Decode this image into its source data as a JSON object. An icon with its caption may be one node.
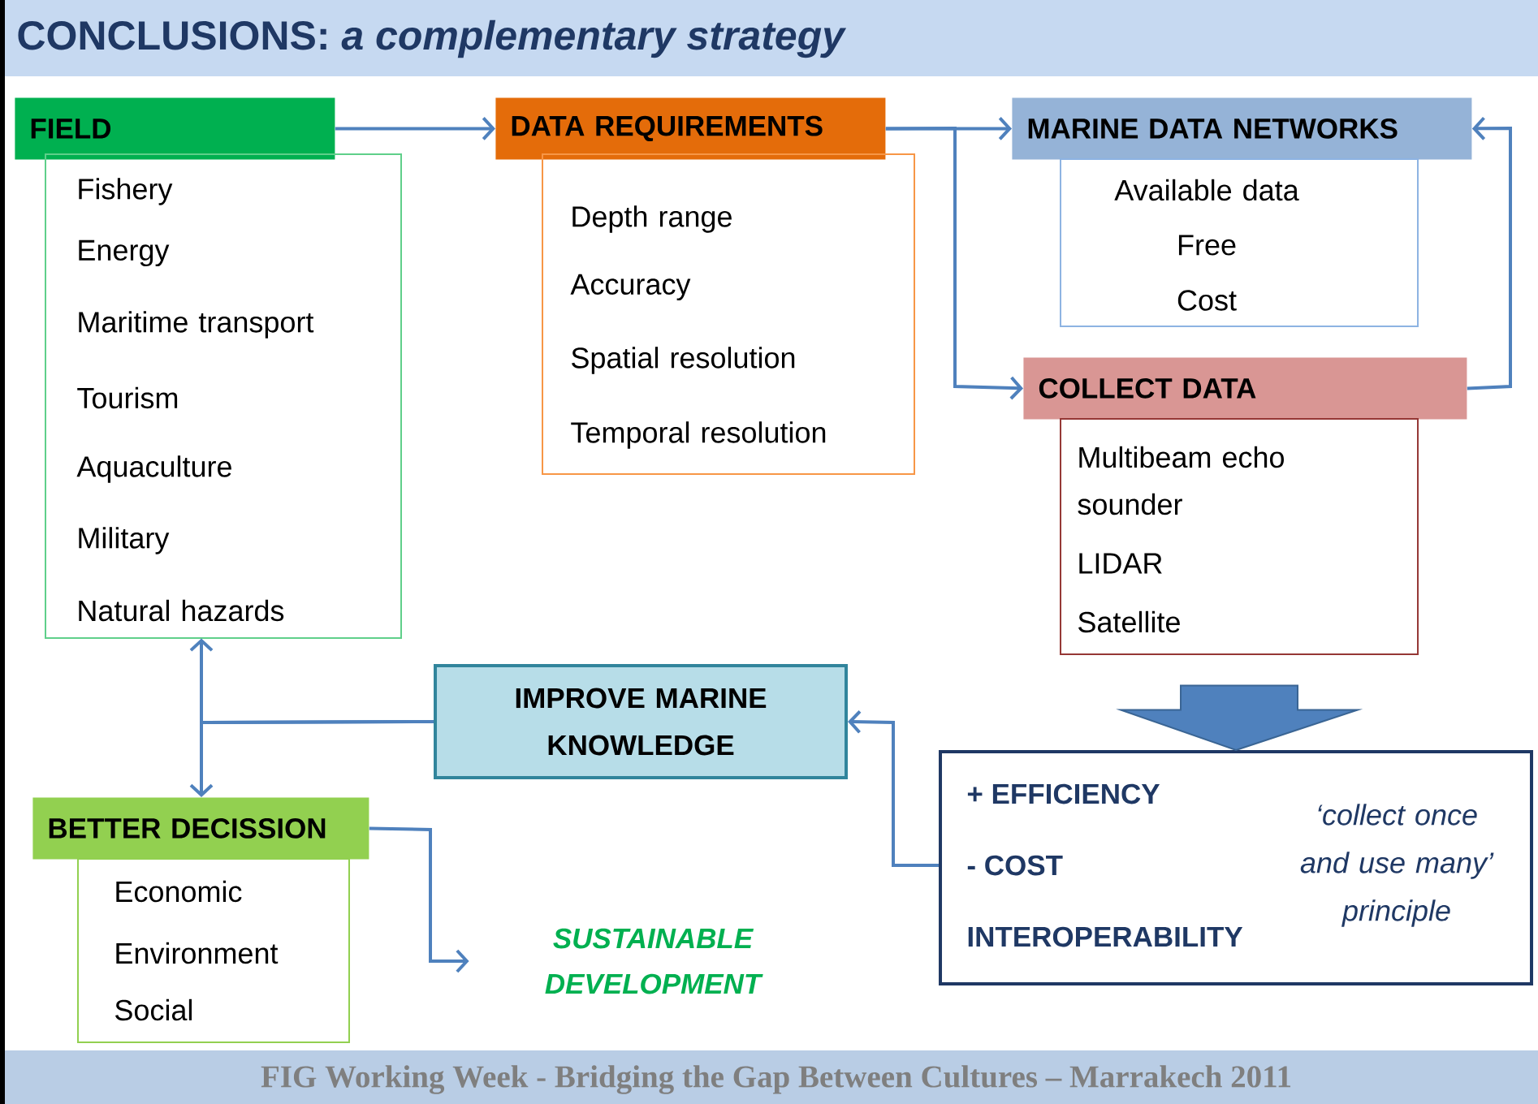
{
  "diagram": {
    "title": "CONCLUSIONS: *a complementary strategy*",
    "nodes": [
      {
        "text": [
          "FIELD"
        ]
      },
      {
        "text": [
          "Fishery",
          "Energy",
          "Maritime transport",
          "Tourism",
          "Aquaculture",
          "Military",
          "Natural hazards"
        ]
      },
      {
        "text": [
          "DATA REQUIREMENTS"
        ]
      },
      {
        "text": [
          "Depth range",
          "Accuracy",
          "Spatial resolution",
          "Temporal resolution"
        ]
      },
      {
        "text": [
          "MARINE DATA NETWORKS"
        ]
      },
      {
        "text": [
          "Available data",
          "Free",
          "Cost"
        ]
      },
      {
        "text": [
          "COLLECT DATA"
        ]
      },
      {
        "text": [
          "Multibeam echo sounder",
          "LIDAR",
          "Satellite"
        ]
      },
      {
        "text": [
          "+ EFFICIENCY",
          "- COST",
          "INTEROPERABILITY",
          "‘collect once and use many’ principle"
        ]
      },
      {
        "text": [
          "IMPROVE MARINE KNOWLEDGE"
        ]
      },
      {
        "text": [
          "BETTER DECISSION"
        ]
      },
      {
        "text": [
          "Economic",
          "Environment",
          "Social"
        ]
      },
      {
        "text": [
          "SUSTAINABLE DEVELOPMENT"
        ]
      }
    ],
    "edges": [
      {
        "from": 0,
        "to": 2,
        "arrow": "to"
      },
      {
        "from": 2,
        "to": 4,
        "arrow": "to"
      },
      {
        "from": 2,
        "to": 6,
        "arrow": "to"
      },
      {
        "from": 6,
        "to": 4,
        "arrow": "to"
      },
      {
        "from": 7,
        "to": 8,
        "arrow": "to",
        "style": "thick"
      },
      {
        "from": 8,
        "to": 9,
        "arrow": "to"
      },
      {
        "from": 9,
        "to": 1,
        "arrow": "to"
      },
      {
        "from": 9,
        "to": 10,
        "arrow": "to"
      },
      {
        "from": 10,
        "to": 12,
        "arrow": "to"
      }
    ],
    "labels": [
      "FIG Working Week - Bridging the Gap Between Cultures – Marrakech 2011"
    ]
  }
}
